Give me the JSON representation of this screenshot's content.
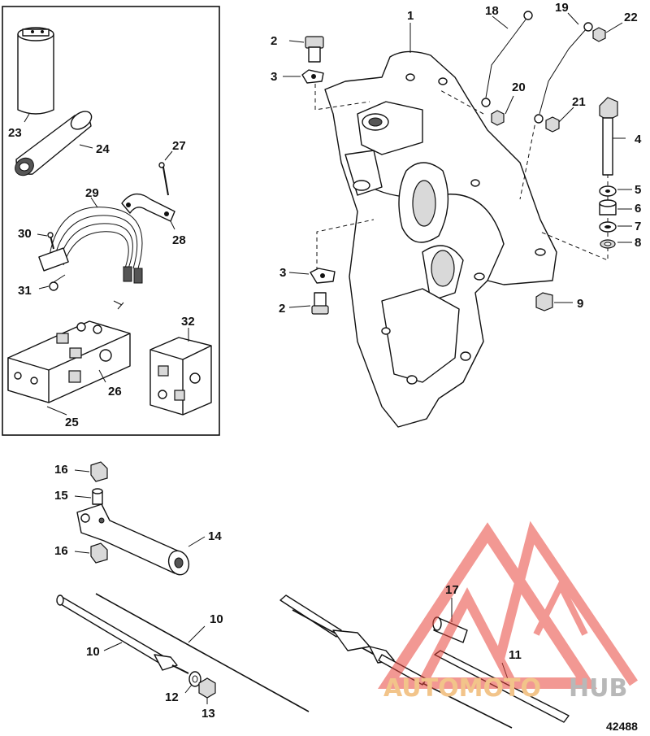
{
  "diagram": {
    "reference_number": "42488",
    "callouts": {
      "c1": "1",
      "c2a": "2",
      "c2b": "2",
      "c3a": "3",
      "c3b": "3",
      "c4": "4",
      "c5": "5",
      "c6": "6",
      "c7": "7",
      "c8": "8",
      "c9": "9",
      "c10a": "10",
      "c10b": "10",
      "c11": "11",
      "c12": "12",
      "c13": "13",
      "c14": "14",
      "c15": "15",
      "c16a": "16",
      "c16b": "16",
      "c17": "17",
      "c18": "18",
      "c19": "19",
      "c20": "20",
      "c21": "21",
      "c22": "22",
      "c23": "23",
      "c24": "24",
      "c25": "25",
      "c26": "26",
      "c27": "27",
      "c28": "28",
      "c29": "29",
      "c30": "30",
      "c31": "31",
      "c32": "32"
    }
  },
  "watermark": {
    "text_part1": "AUTOMOTO",
    "text_part2": "HUB",
    "logo_color": "#e8453c",
    "text_color_1": "#f2c48a",
    "text_color_2": "#b8b8b8"
  }
}
